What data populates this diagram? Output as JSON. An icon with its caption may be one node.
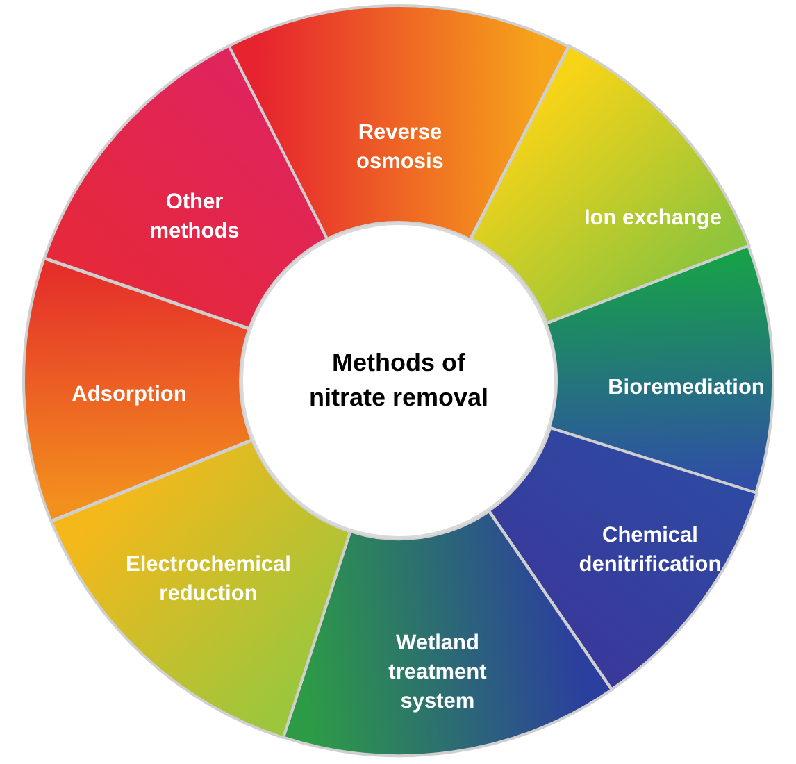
{
  "diagram": {
    "nodes": [
      {
        "text": [
          "Methods of nitrate removal"
        ]
      },
      {
        "text": [
          "Reverse osmosis"
        ]
      },
      {
        "text": [
          "Ion exchange"
        ]
      },
      {
        "text": [
          "Bioremediation"
        ]
      },
      {
        "text": [
          "Chemical denitrification"
        ]
      },
      {
        "text": [
          "Wetland treatment system"
        ]
      },
      {
        "text": [
          "Electrochemical reduction"
        ]
      },
      {
        "text": [
          "Adsorption"
        ]
      },
      {
        "text": [
          "Other methods"
        ]
      }
    ]
  }
}
